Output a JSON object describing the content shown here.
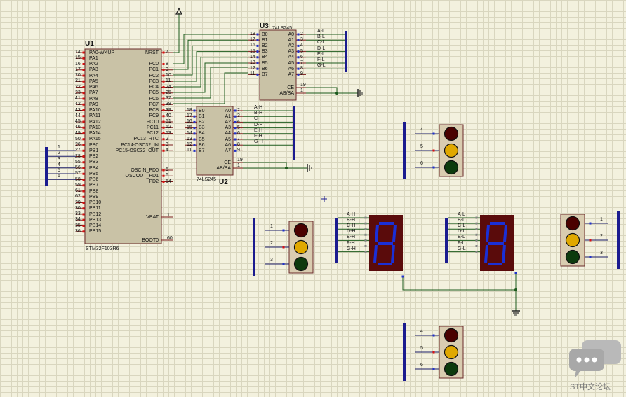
{
  "u1": {
    "ref": "U1",
    "part": "STM32F103R6",
    "left_pins": [
      {
        "num": "14",
        "name": "PA0-WKUP"
      },
      {
        "num": "15",
        "name": "PA1"
      },
      {
        "num": "16",
        "name": "PA2"
      },
      {
        "num": "17",
        "name": "PA3"
      },
      {
        "num": "20",
        "name": "PA4"
      },
      {
        "num": "21",
        "name": "PA5"
      },
      {
        "num": "22",
        "name": "PA6"
      },
      {
        "num": "23",
        "name": "PA7"
      },
      {
        "num": "41",
        "name": "PA8"
      },
      {
        "num": "42",
        "name": "PA9"
      },
      {
        "num": "43",
        "name": "PA10"
      },
      {
        "num": "44",
        "name": "PA11"
      },
      {
        "num": "45",
        "name": "PA12"
      },
      {
        "num": "46",
        "name": "PA13"
      },
      {
        "num": "49",
        "name": "PA14"
      },
      {
        "num": "50",
        "name": "PA15"
      },
      {
        "num": "26",
        "name": "PB0"
      },
      {
        "num": "27",
        "name": "PB1"
      },
      {
        "num": "28",
        "name": "PB2"
      },
      {
        "num": "55",
        "name": "PB3"
      },
      {
        "num": "56",
        "name": "PB4"
      },
      {
        "num": "57",
        "name": "PB5"
      },
      {
        "num": "58",
        "name": "PB6"
      },
      {
        "num": "59",
        "name": "PB7"
      },
      {
        "num": "61",
        "name": "PB8"
      },
      {
        "num": "62",
        "name": "PB9"
      },
      {
        "num": "29",
        "name": "PB10"
      },
      {
        "num": "30",
        "name": "PB11"
      },
      {
        "num": "33",
        "name": "PB12"
      },
      {
        "num": "34",
        "name": "PB13"
      },
      {
        "num": "35",
        "name": "PB14"
      },
      {
        "num": "36",
        "name": "PB15"
      }
    ],
    "right_pins_top": [
      {
        "num": "7",
        "name": "NRST"
      },
      {
        "num": "",
        "name": ""
      },
      {
        "num": "8",
        "name": "PC0"
      },
      {
        "num": "9",
        "name": "PC1"
      },
      {
        "num": "10",
        "name": "PC2"
      },
      {
        "num": "11",
        "name": "PC3"
      },
      {
        "num": "24",
        "name": "PC4"
      },
      {
        "num": "25",
        "name": "PC5"
      },
      {
        "num": "37",
        "name": "PC6"
      },
      {
        "num": "38",
        "name": "PC7"
      },
      {
        "num": "39",
        "name": "PC8"
      },
      {
        "num": "40",
        "name": "PC9"
      },
      {
        "num": "51",
        "name": "PC10"
      },
      {
        "num": "52",
        "name": "PC11"
      },
      {
        "num": "53",
        "name": "PC12"
      },
      {
        "num": "2",
        "name": "PC13_RTC"
      },
      {
        "num": "3",
        "name": "PC14-OSC32_IN"
      },
      {
        "num": "4",
        "name": "PC15-OSC32_OUT"
      }
    ],
    "right_pins_mid": [
      {
        "num": "5",
        "name": "OSCIN_PD0"
      },
      {
        "num": "6",
        "name": "OSCOUT_PD1"
      },
      {
        "num": "54",
        "name": "PD2"
      }
    ],
    "vbat": {
      "num": "1",
      "name": "VBAT"
    },
    "boot": {
      "num": "60",
      "name": "BOOT0"
    },
    "bus_numbers": [
      "1",
      "2",
      "3",
      "4",
      "5",
      "6"
    ]
  },
  "u3": {
    "ref": "U3",
    "part": "74LS245",
    "b_pins": [
      {
        "num": "18",
        "name": "B0"
      },
      {
        "num": "17",
        "name": "B1"
      },
      {
        "num": "16",
        "name": "B2"
      },
      {
        "num": "15",
        "name": "B3"
      },
      {
        "num": "14",
        "name": "B4"
      },
      {
        "num": "13",
        "name": "B5"
      },
      {
        "num": "12",
        "name": "B6"
      },
      {
        "num": "11",
        "name": "B7"
      }
    ],
    "a_pins": [
      {
        "num": "2",
        "name": "A0"
      },
      {
        "num": "3",
        "name": "A1"
      },
      {
        "num": "4",
        "name": "A2"
      },
      {
        "num": "5",
        "name": "A3"
      },
      {
        "num": "6",
        "name": "A4"
      },
      {
        "num": "7",
        "name": "A5"
      },
      {
        "num": "8",
        "name": "A6"
      },
      {
        "num": "9",
        "name": "A7"
      }
    ],
    "ce": {
      "num": "19",
      "name": "CE"
    },
    "dir": {
      "num": "1",
      "name": "AB/BA"
    },
    "nets": [
      "A-L",
      "B-L",
      "C-L",
      "D-L",
      "E-L",
      "F-L",
      "G-L"
    ]
  },
  "u2": {
    "ref": "U2",
    "part": "74LS245",
    "b_pins": [
      {
        "num": "18",
        "name": "B0"
      },
      {
        "num": "17",
        "name": "B1"
      },
      {
        "num": "16",
        "name": "B2"
      },
      {
        "num": "15",
        "name": "B3"
      },
      {
        "num": "14",
        "name": "B4"
      },
      {
        "num": "13",
        "name": "B5"
      },
      {
        "num": "12",
        "name": "B6"
      },
      {
        "num": "11",
        "name": "B7"
      }
    ],
    "a_pins": [
      {
        "num": "2",
        "name": "A0"
      },
      {
        "num": "3",
        "name": "A1"
      },
      {
        "num": "4",
        "name": "A2"
      },
      {
        "num": "5",
        "name": "A3"
      },
      {
        "num": "6",
        "name": "A4"
      },
      {
        "num": "7",
        "name": "A5"
      },
      {
        "num": "8",
        "name": "A6"
      },
      {
        "num": "9",
        "name": "A7"
      }
    ],
    "ce": {
      "num": "19",
      "name": "CE"
    },
    "dir": {
      "num": "1",
      "name": "AB/BA"
    },
    "nets": [
      "A-H",
      "B-H",
      "C-H",
      "D-H",
      "E-H",
      "F-H",
      "G-H"
    ]
  },
  "display_left": {
    "nets": [
      "A-H",
      "B-H",
      "C-H",
      "D-H",
      "E-H",
      "F-H",
      "G-H"
    ],
    "digit": "8"
  },
  "display_right": {
    "nets": [
      "A-L",
      "B-L",
      "C-L",
      "D-L",
      "E-L",
      "F-L",
      "G-L"
    ],
    "digit": "8"
  },
  "traffic_lights": [
    {
      "id": "top-right",
      "pins": [
        "4",
        "5",
        "6"
      ]
    },
    {
      "id": "left",
      "pins": [
        "1",
        "2",
        "3"
      ]
    },
    {
      "id": "right",
      "pins": [
        "1",
        "2",
        "3"
      ]
    },
    {
      "id": "bottom",
      "pins": [
        "4",
        "5",
        "6"
      ]
    }
  ],
  "colors": {
    "wire": "#1c5a1c",
    "bus": "#1b1b8f",
    "chip": "#c9c2a6",
    "chip_border": "#6a2a2a",
    "pin_red": "#d11",
    "pin_blue": "#2233cc",
    "seg_bg": "#5a0b0b",
    "seg_on": "#1a2fd6",
    "lamp_red": "#4a0000",
    "lamp_amber": "#e0a800",
    "lamp_green": "#0d3a0d",
    "lamp_housing": "#d9ccb0"
  },
  "watermark": {
    "text": "ST中文论坛"
  }
}
